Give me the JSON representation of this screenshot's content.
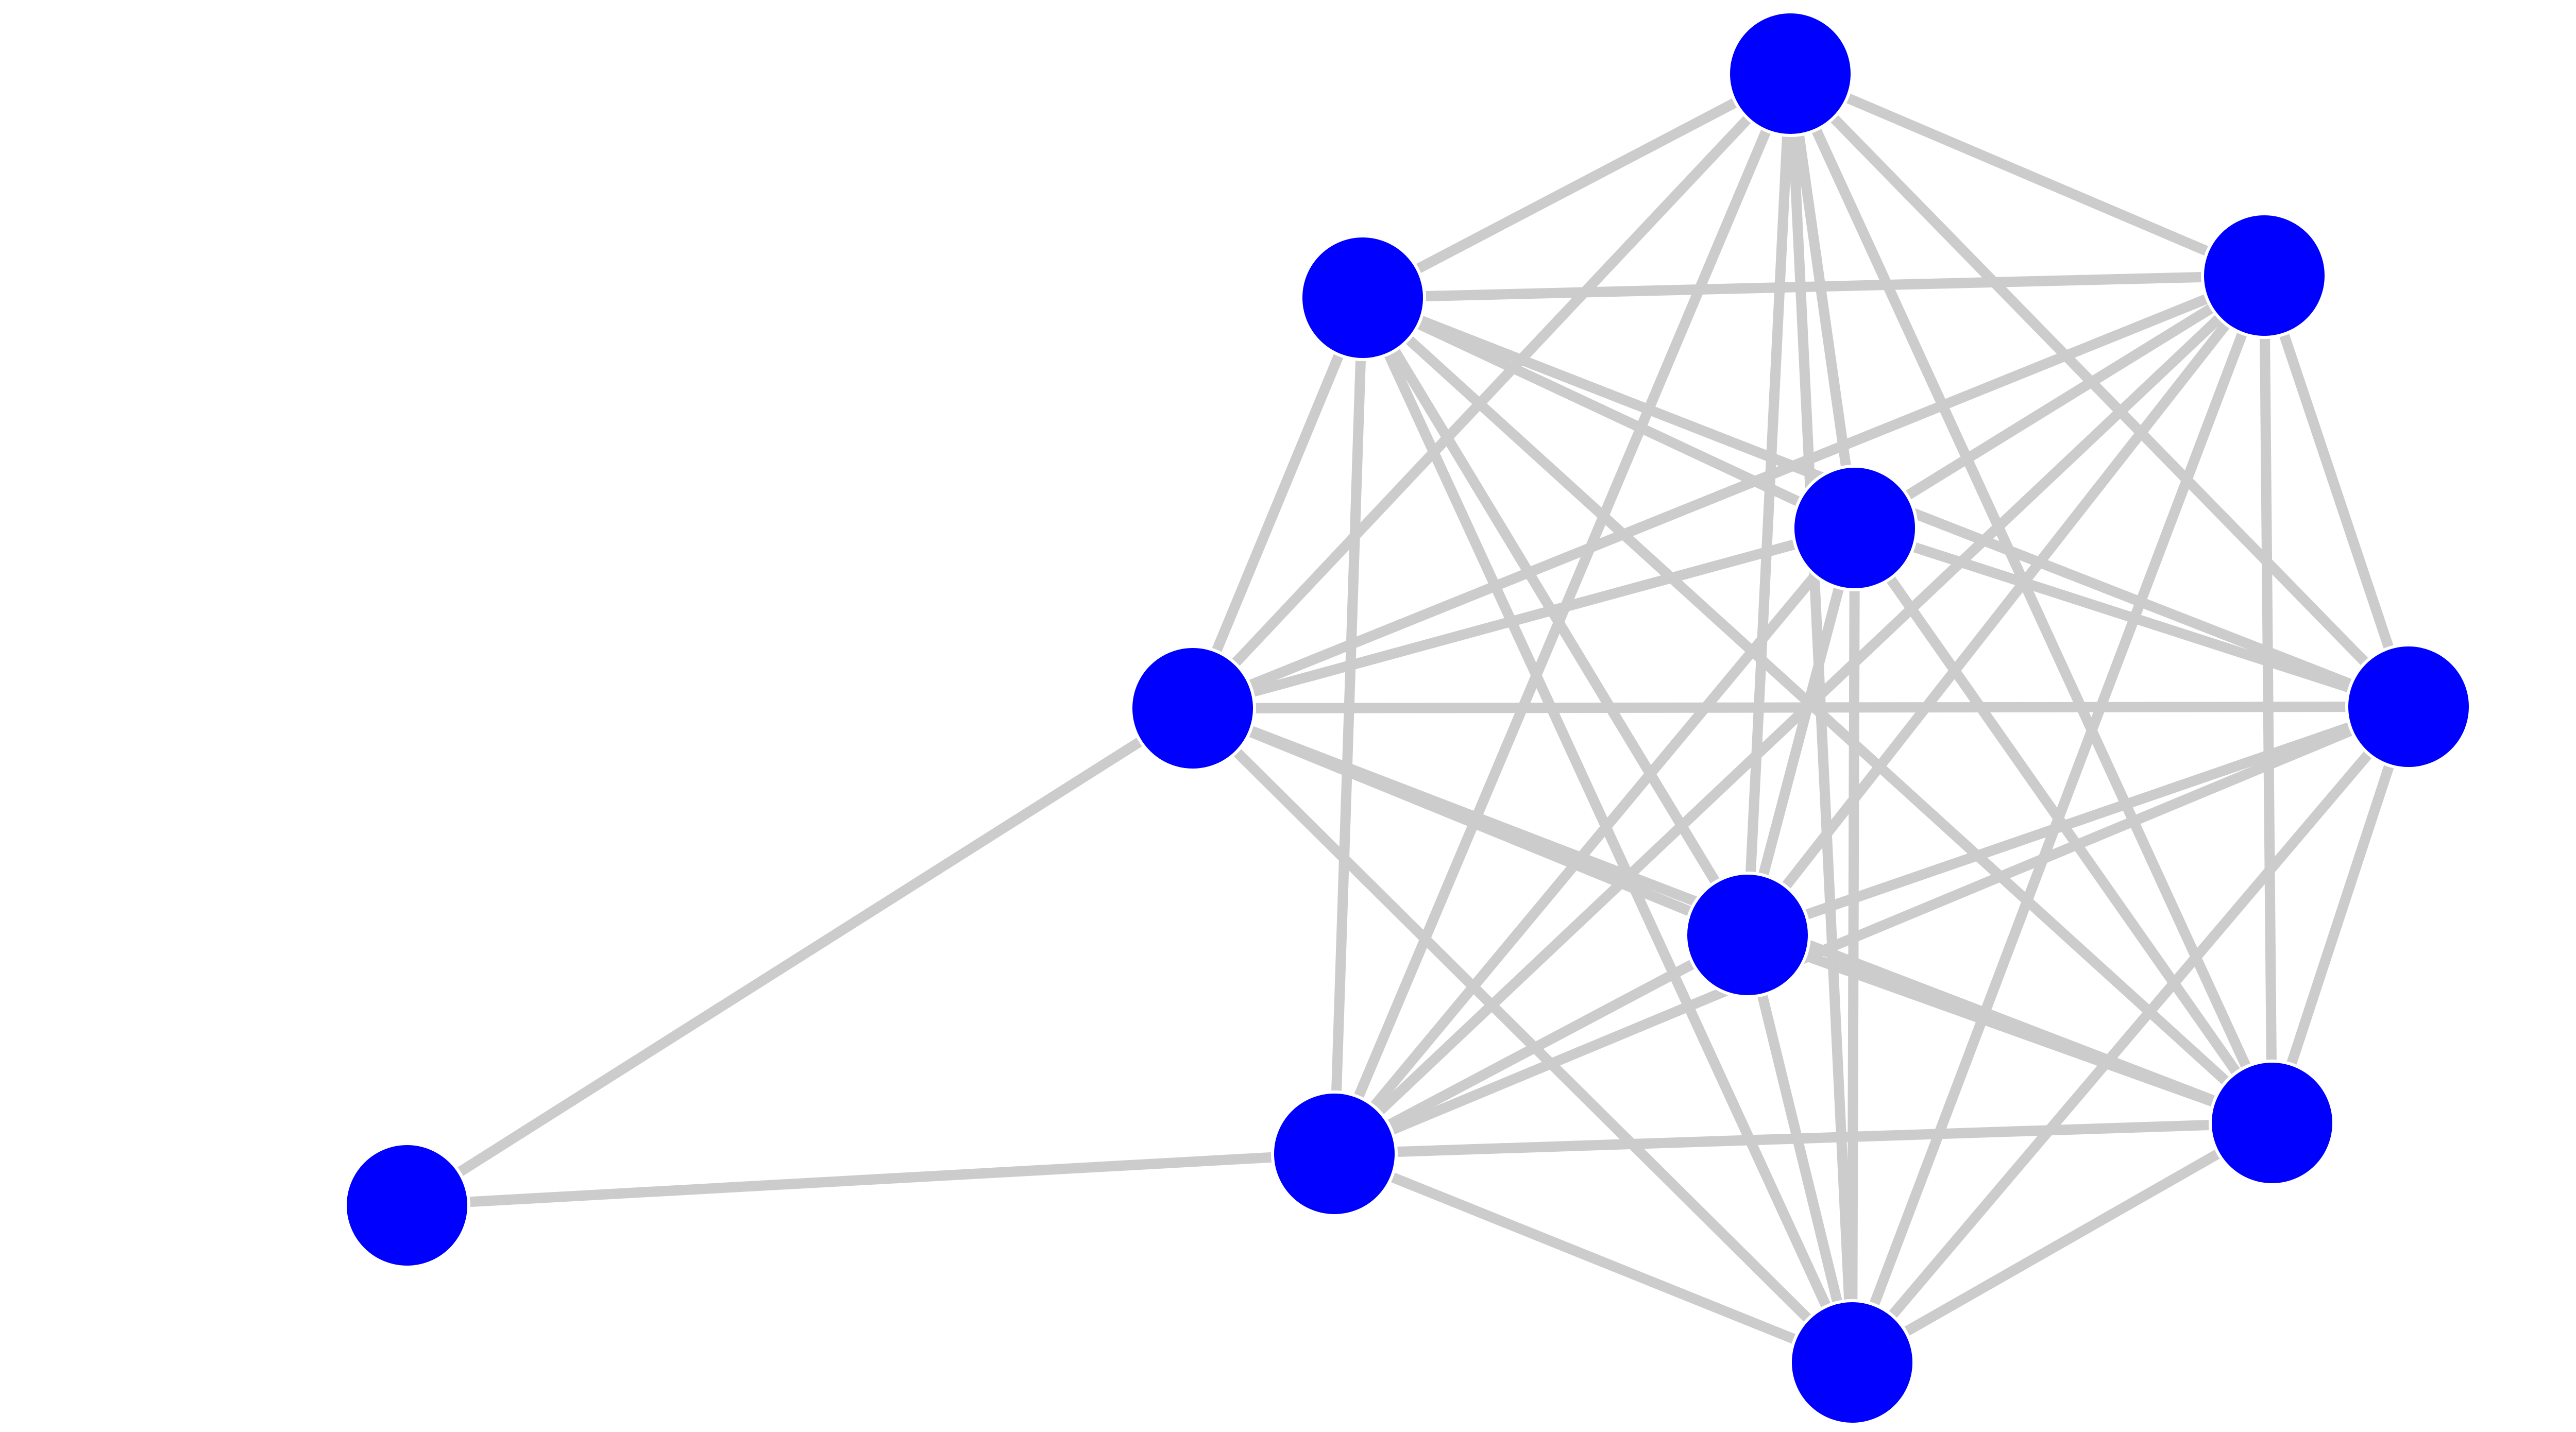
{
  "graph": {
    "node_color": "#0000ff",
    "edge_color": "#cccccc",
    "background_color": "#ffffff",
    "nodes": [
      {
        "id": "n0"
      },
      {
        "id": "n1"
      },
      {
        "id": "n2"
      },
      {
        "id": "n3"
      },
      {
        "id": "n4"
      },
      {
        "id": "n5"
      },
      {
        "id": "n6"
      },
      {
        "id": "n7"
      },
      {
        "id": "n8"
      },
      {
        "id": "n9"
      },
      {
        "id": "n10"
      }
    ],
    "edges": [
      [
        "n0",
        "n1"
      ],
      [
        "n0",
        "n2"
      ],
      [
        "n1",
        "n3"
      ],
      [
        "n1",
        "n4"
      ],
      [
        "n1",
        "n5"
      ],
      [
        "n1",
        "n6"
      ],
      [
        "n1",
        "n7"
      ],
      [
        "n1",
        "n8"
      ],
      [
        "n1",
        "n9"
      ],
      [
        "n1",
        "n10"
      ],
      [
        "n2",
        "n3"
      ],
      [
        "n2",
        "n4"
      ],
      [
        "n2",
        "n5"
      ],
      [
        "n2",
        "n6"
      ],
      [
        "n2",
        "n7"
      ],
      [
        "n2",
        "n8"
      ],
      [
        "n2",
        "n9"
      ],
      [
        "n2",
        "n10"
      ],
      [
        "n3",
        "n4"
      ],
      [
        "n3",
        "n5"
      ],
      [
        "n3",
        "n6"
      ],
      [
        "n3",
        "n7"
      ],
      [
        "n3",
        "n8"
      ],
      [
        "n3",
        "n9"
      ],
      [
        "n3",
        "n10"
      ],
      [
        "n4",
        "n5"
      ],
      [
        "n4",
        "n6"
      ],
      [
        "n4",
        "n7"
      ],
      [
        "n4",
        "n8"
      ],
      [
        "n4",
        "n9"
      ],
      [
        "n4",
        "n10"
      ],
      [
        "n5",
        "n6"
      ],
      [
        "n5",
        "n7"
      ],
      [
        "n5",
        "n8"
      ],
      [
        "n5",
        "n9"
      ],
      [
        "n5",
        "n10"
      ],
      [
        "n6",
        "n7"
      ],
      [
        "n6",
        "n8"
      ],
      [
        "n6",
        "n9"
      ],
      [
        "n6",
        "n10"
      ],
      [
        "n7",
        "n8"
      ],
      [
        "n7",
        "n9"
      ],
      [
        "n7",
        "n10"
      ],
      [
        "n8",
        "n9"
      ],
      [
        "n8",
        "n10"
      ],
      [
        "n9",
        "n10"
      ]
    ]
  }
}
